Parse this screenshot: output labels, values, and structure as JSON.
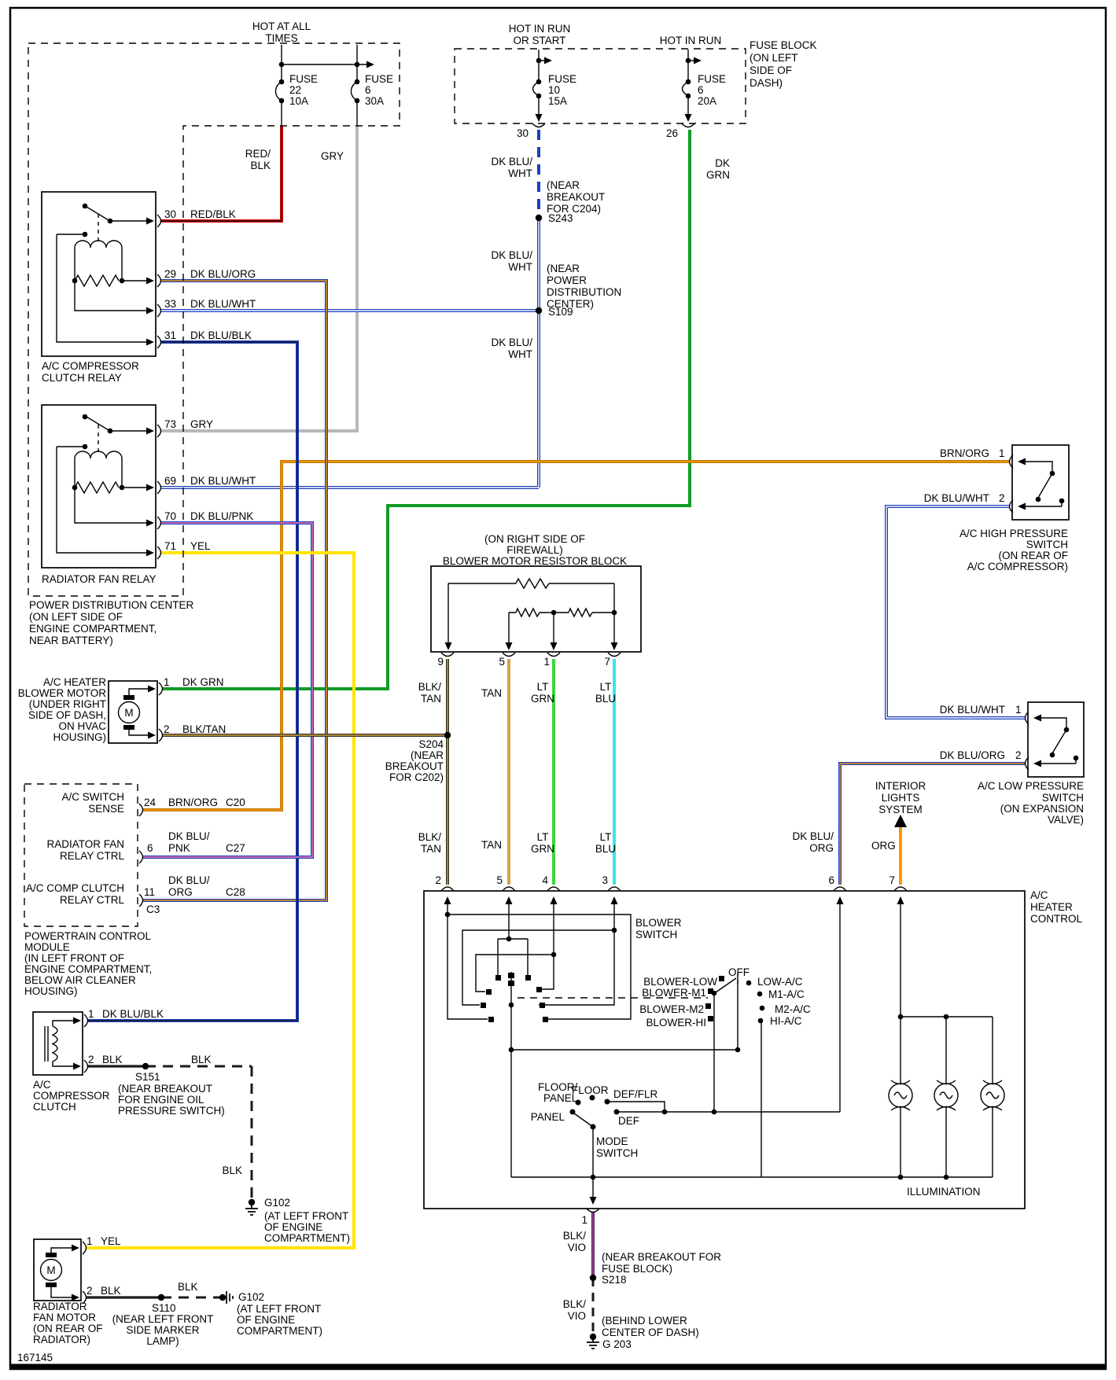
{
  "footer_id": "167145",
  "colors": {
    "red": "#d60000",
    "black": "#1a1a1a",
    "gray": "#b8b8b8",
    "dk_blu": "#1c3fbf",
    "white": "#ffffff",
    "org": "#f59a00",
    "brn_org": "#c27a00",
    "dk_grn": "#109b25",
    "yel": "#ffe400",
    "tan": "#d2a24c",
    "blk_tan": "#33301f",
    "lt_grn": "#3ed43e",
    "lt_blu": "#35e6ee",
    "pnk": "#ff7bac",
    "vio": "#cc33cc",
    "blk_vio": "#3a3a3a"
  },
  "feeds": {
    "hot_all": [
      "HOT AT ALL",
      "TIMES"
    ],
    "hot_run_start": [
      "HOT IN RUN",
      "OR START"
    ],
    "hot_run": "HOT IN RUN",
    "red_blk": [
      "RED/",
      "BLK"
    ],
    "gry": "GRY",
    "dk_blu_wht": [
      "DK BLU/",
      "WHT"
    ],
    "dk_grn": [
      "DK",
      "GRN"
    ],
    "s243": {
      "id": "S243",
      "loc": [
        "(NEAR",
        "BREAKOUT",
        "FOR C204)"
      ]
    },
    "s109": {
      "id": "S109",
      "loc": [
        "(NEAR",
        "POWER",
        "DISTRIBUTION",
        "CENTER)"
      ]
    }
  },
  "pdc": {
    "fuse22": [
      "FUSE",
      "22",
      "10A"
    ],
    "fuse6": [
      "FUSE",
      "6",
      "30A"
    ],
    "label": [
      "POWER DISTRIBUTION CENTER",
      "(ON LEFT SIDE OF",
      "ENGINE COMPARTMENT,",
      "NEAR BATTERY)"
    ]
  },
  "fuse_block": {
    "fuse10": [
      "FUSE",
      "10",
      "15A"
    ],
    "fuse6": [
      "FUSE",
      "6",
      "20A"
    ],
    "pin30": "30",
    "pin26": "26",
    "label": [
      "FUSE BLOCK",
      "(ON LEFT",
      "SIDE OF",
      "DASH)"
    ]
  },
  "relay_ac": {
    "label": [
      "A/C COMPRESSOR",
      "CLUTCH RELAY"
    ],
    "pins": [
      [
        "30",
        "RED/BLK"
      ],
      [
        "29",
        "DK BLU/ORG"
      ],
      [
        "33",
        "DK BLU/WHT"
      ],
      [
        "31",
        "DK BLU/BLK"
      ]
    ]
  },
  "relay_fan": {
    "label": "RADIATOR FAN RELAY",
    "pins": [
      [
        "73",
        "GRY"
      ],
      [
        "69",
        "DK BLU/WHT"
      ],
      [
        "70",
        "DK BLU/PNK"
      ],
      [
        "71",
        "YEL"
      ]
    ]
  },
  "blower_motor": {
    "m": "M",
    "label": [
      "A/C HEATER",
      "BLOWER MOTOR",
      "(UNDER RIGHT",
      "SIDE OF DASH,",
      "ON HVAC",
      "HOUSING)"
    ],
    "pins": [
      [
        "1",
        "DK GRN"
      ],
      [
        "2",
        "BLK/TAN"
      ]
    ]
  },
  "pcm": {
    "rows": [
      [
        "A/C SWITCH",
        "SENSE"
      ],
      [
        "RADIATOR FAN",
        "RELAY CTRL"
      ],
      [
        "A/C COMP CLUTCH",
        "RELAY CTRL"
      ]
    ],
    "pin24": [
      "24",
      "BRN/ORG",
      "C20"
    ],
    "pin6": [
      "6",
      "DK BLU/",
      "PNK",
      "C27"
    ],
    "pin11": [
      "11",
      "DK BLU/",
      "ORG",
      "C28"
    ],
    "c3": "C3",
    "label": [
      "POWERTRAIN CONTROL",
      "MODULE",
      "(IN LEFT FRONT OF",
      "ENGINE COMPARTMENT,",
      "BELOW AIR CLEANER",
      "HOUSING)"
    ]
  },
  "resistor": {
    "title": [
      "(ON RIGHT SIDE OF",
      "FIREWALL)",
      "BLOWER MOTOR RESISTOR BLOCK"
    ],
    "pins": [
      "9",
      "5",
      "1",
      "7"
    ],
    "w_blk_tan": [
      "BLK/",
      "TAN"
    ],
    "w_tan": "TAN",
    "w_lt_grn": [
      "LT",
      "GRN"
    ],
    "w_lt_blu": [
      "LT",
      "BLU"
    ],
    "s204": [
      "S204",
      "(NEAR",
      "BREAKOUT",
      "FOR C202)"
    ]
  },
  "compressor": {
    "label": [
      "A/C",
      "COMPRESSOR",
      "CLUTCH"
    ],
    "pin1": [
      "1",
      "DK BLU/BLK"
    ],
    "pin2": [
      "2",
      "BLK"
    ],
    "blk": "BLK",
    "s151": [
      "S151",
      "(NEAR BREAKOUT",
      "FOR ENGINE OIL",
      "PRESSURE SWITCH)"
    ],
    "g102": [
      "G102",
      "(AT LEFT FRONT",
      "OF ENGINE",
      "COMPARTMENT)"
    ]
  },
  "fan_motor": {
    "label": [
      "RADIATOR",
      "FAN MOTOR",
      "(ON REAR OF",
      "RADIATOR)"
    ],
    "pin1": [
      "1",
      "YEL"
    ],
    "pin2": [
      "2",
      "BLK"
    ],
    "blk": "BLK",
    "s110": [
      "S110",
      "(NEAR LEFT FRONT",
      "SIDE MARKER",
      "LAMP)"
    ],
    "g102": [
      "G102",
      "(AT LEFT FRONT",
      "OF ENGINE",
      "COMPARTMENT)"
    ]
  },
  "hp_switch": {
    "pin1": [
      "BRN/ORG",
      "1"
    ],
    "pin2": [
      "DK BLU/WHT",
      "2"
    ],
    "label": [
      "A/C HIGH PRESSURE",
      "SWITCH",
      "(ON REAR OF",
      "A/C COMPRESSOR)"
    ]
  },
  "lp_switch": {
    "pin1": [
      "DK BLU/WHT",
      "1"
    ],
    "pin2": [
      "DK BLU/ORG",
      "2"
    ],
    "label": [
      "A/C LOW PRESSURE",
      "SWITCH",
      "(ON EXPANSION",
      "VALVE)"
    ]
  },
  "control": {
    "label": [
      "A/C",
      "HEATER",
      "CONTROL"
    ],
    "pins_top": [
      "2",
      "5",
      "4",
      "3",
      "6",
      "7"
    ],
    "pin_bottom": "1",
    "blower_switch": [
      "BLOWER",
      "SWITCH"
    ],
    "dk_blu_org": [
      "DK BLU/",
      "ORG"
    ],
    "org": "ORG",
    "interior": [
      "INTERIOR",
      "LIGHTS",
      "SYSTEM"
    ],
    "positions_left": [
      "OFF",
      "BLOWER-LOW",
      "BLOWER-M1",
      "BLOWER-M2",
      "BLOWER-HI"
    ],
    "positions_right": [
      "LOW-A/C",
      "M1-A/C",
      "M2-A/C",
      "HI-A/C"
    ],
    "mode": {
      "floor_panel": [
        "FLOOR/",
        "PANEL"
      ],
      "floor": "FLOOR",
      "def_flr": "DEF/FLR",
      "panel": "PANEL",
      "def": "DEF",
      "label": [
        "MODE",
        "SWITCH"
      ]
    },
    "illumination": "ILLUMINATION"
  },
  "bottom": {
    "blk_vio": [
      "BLK/",
      "VIO"
    ],
    "s218": [
      "(NEAR BREAKOUT FOR",
      "FUSE BLOCK)",
      "S218"
    ],
    "g203": [
      "(BEHIND LOWER",
      "CENTER OF DASH)",
      "G 203"
    ]
  }
}
